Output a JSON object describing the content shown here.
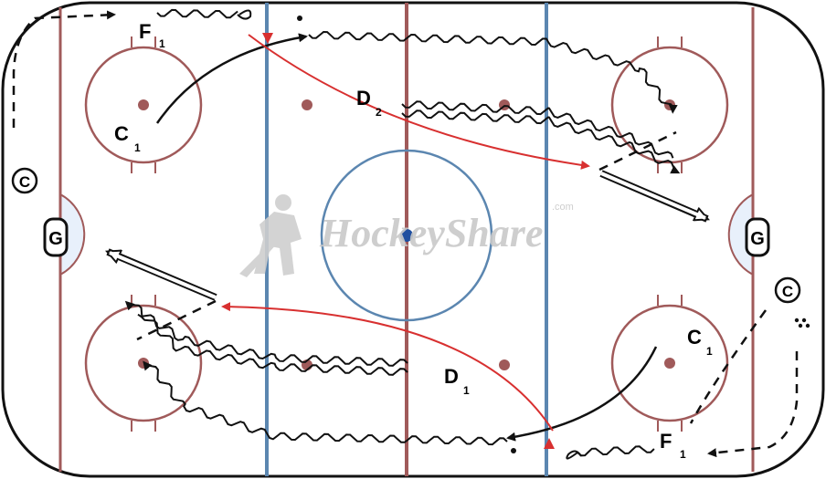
{
  "diagram": {
    "watermark": "HockeyShare",
    "watermark_suffix": ".com",
    "goalies": [
      "G",
      "G"
    ],
    "coaches": [
      "C",
      "C"
    ],
    "players": [
      {
        "letter": "F",
        "sub": "1"
      },
      {
        "letter": "C",
        "sub": "1"
      },
      {
        "letter": "D",
        "sub": "2"
      },
      {
        "letter": "C",
        "sub": "1"
      },
      {
        "letter": "D",
        "sub": "1"
      },
      {
        "letter": "F",
        "sub": "1"
      }
    ],
    "colors": {
      "boards": "#111111",
      "goal_line": "#a05a5a",
      "center_line": "#a05a5a",
      "blue_line": "#5b86b0",
      "faceoff_circle": "#a05a5a",
      "center_circle": "#5b86b0",
      "crease_fill": "#e8f0fb",
      "pass_red": "#d83030",
      "skate_black": "#111111"
    }
  }
}
